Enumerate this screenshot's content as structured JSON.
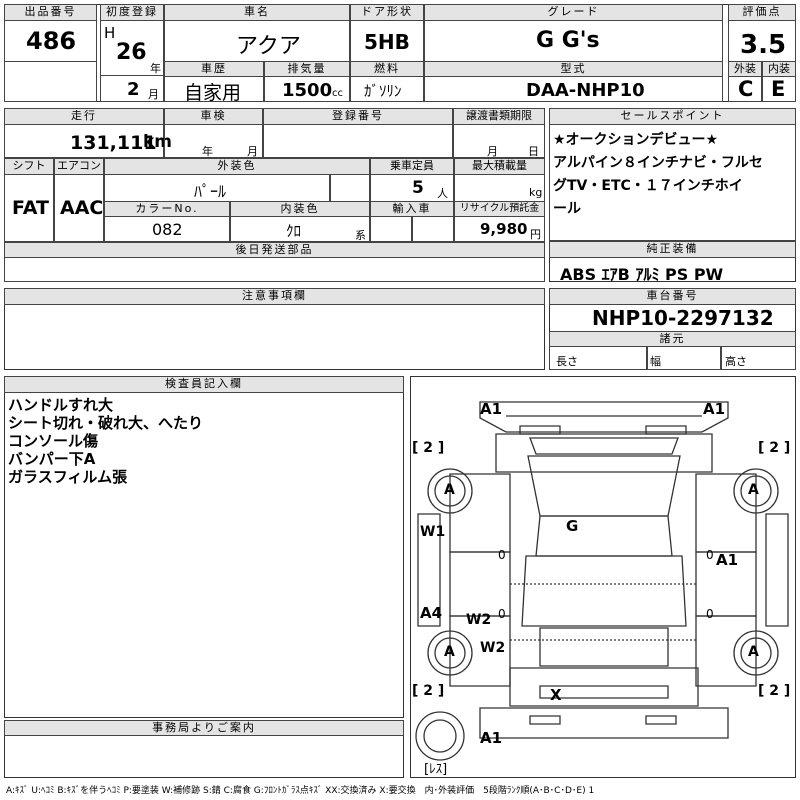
{
  "lot": {
    "label": "出品番号",
    "value": "486"
  },
  "first_reg": {
    "label": "初度登録",
    "era": "H",
    "year": "26",
    "year_unit": "年",
    "month": "2",
    "month_unit": "月"
  },
  "car_name": {
    "label": "車名",
    "value": "アクア"
  },
  "door": {
    "label": "ドア形状",
    "value": "5HB"
  },
  "grade": {
    "label": "グレード",
    "value": "G G's"
  },
  "score": {
    "label": "評価点",
    "value": "3.5"
  },
  "history": {
    "label": "車歴",
    "value": "自家用"
  },
  "displacement": {
    "label": "排気量",
    "value": "1500",
    "unit": "cc"
  },
  "fuel": {
    "label": "燃料",
    "value": "ｶﾞｿﾘﾝ"
  },
  "model_code": {
    "label": "型式",
    "value": "DAA-NHP10"
  },
  "exterior": {
    "label": "外装",
    "value": "C"
  },
  "interior": {
    "label": "内装",
    "value": "E"
  },
  "mileage": {
    "label": "走行",
    "value": "131,111",
    "unit": "km"
  },
  "inspection": {
    "label": "車検",
    "year_unit": "年",
    "month_unit": "月"
  },
  "reg_no": {
    "label": "登録番号"
  },
  "transfer_deadline": {
    "label": "譲渡書類期限",
    "month_unit": "月",
    "day_unit": "日"
  },
  "shift": {
    "label": "シフト",
    "value": "FAT"
  },
  "aircon": {
    "label": "エアコン",
    "value": "AAC"
  },
  "ext_color": {
    "label": "外装色",
    "value": "ﾊﾟｰﾙ"
  },
  "capacity": {
    "label": "乗車定員",
    "value": "5",
    "unit": "人"
  },
  "max_load": {
    "label": "最大積載量",
    "unit": "kg"
  },
  "color_no": {
    "label": "カラーNo.",
    "value": "082"
  },
  "int_color": {
    "label": "内装色",
    "value": "ｸﾛ",
    "unit": "系"
  },
  "import": {
    "label": "輸入車"
  },
  "recycle": {
    "label": "リサイクル預託金",
    "value": "9,980",
    "unit": "円"
  },
  "later_parts": {
    "label": "後日発送部品"
  },
  "sales_points": {
    "label": "セールスポイント",
    "lines": [
      "★オークションデビュー★",
      "アルパイン８インチナビ・フルセ",
      "グTV・ETC・１７インチホイ",
      "ール"
    ]
  },
  "equipment": {
    "label": "純正装備",
    "value": "ABS ｴｱB ｱﾙﾐ PS PW"
  },
  "notes": {
    "label": "注意事項欄"
  },
  "chassis": {
    "label": "車台番号",
    "value": "NHP10-2297132"
  },
  "specs": {
    "label": "諸元",
    "length": "長さ",
    "width": "幅",
    "height": "高さ"
  },
  "inspector": {
    "label": "検査員記入欄",
    "lines": [
      "ハンドルすれ大",
      "シート切れ・破れ大、へたり",
      "コンソール傷",
      "バンパー下A",
      "ガラスフィルム張"
    ]
  },
  "office": {
    "label": "事務局よりご案内"
  },
  "diagram_marks": {
    "a1_fl": "A1",
    "a1_fr": "A1",
    "bracket_fl": "[ 2 ]",
    "bracket_fr": "[ 2 ]",
    "tire_fl": "A",
    "tire_fr": "A",
    "tire_rl": "A",
    "tire_rr": "A",
    "roof": "G",
    "w1": "W1",
    "a4": "A4",
    "w2_door": "W2",
    "w2_rear": "W2",
    "a1_right": "A1",
    "zero_l": "0",
    "zero_r": "0",
    "zero_lr": "0",
    "zero_rr": "0",
    "bracket_rl": "[ 2 ]",
    "bracket_rr": "[ 2 ]",
    "x_mark": "X",
    "a1_rear": "A1",
    "spare": "[ﾚｽ]"
  },
  "legend": "A:ｷｽﾞ U:ﾍｺﾐ B:ｷｽﾞを伴うﾍｺﾐ P:要塗装 W:補修跡 S:錆 C:腐食 G:ﾌﾛﾝﾄｶﾞﾗｽ点ｷｽﾞ XX:交換済み X:要交換　内･外装評価　5段階ﾗﾝｸ順(A･B･C･D･E) 1"
}
